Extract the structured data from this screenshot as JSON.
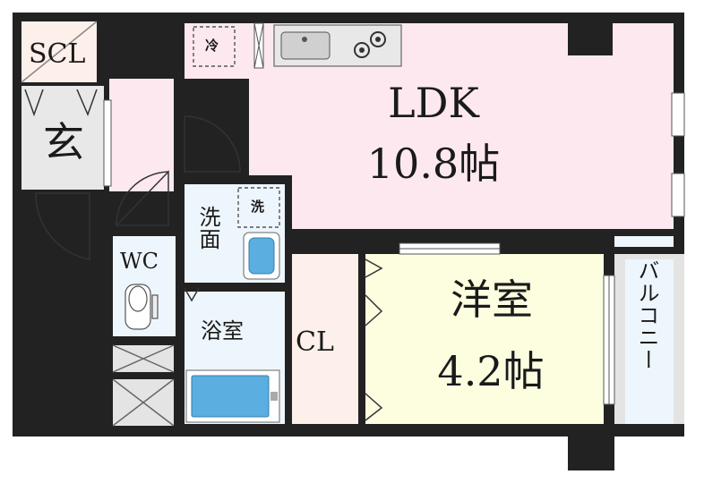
{
  "rooms": {
    "ldk": {
      "name": "LDK",
      "size": "10.8帖"
    },
    "western": {
      "name": "洋室",
      "size": "4.2帖"
    },
    "scl": "SCL",
    "entrance": "玄",
    "wc": "WC",
    "washroom": "洗面",
    "bathroom": "浴室",
    "closet": "CL",
    "balcony": "バルコニー"
  },
  "fixtures": {
    "fridge": "冷",
    "washer": "洗"
  },
  "colors": {
    "wall": "#222222",
    "ldk_fill": "#fde8f0",
    "western_fill": "#fdfde0",
    "closet_fill": "#fdf0ea",
    "wet_fill": "#eef6fd",
    "entrance_fill": "#e8e8e8",
    "balcony_fill": "#e4e4e4",
    "fixture_blue": "#5aaee0"
  }
}
